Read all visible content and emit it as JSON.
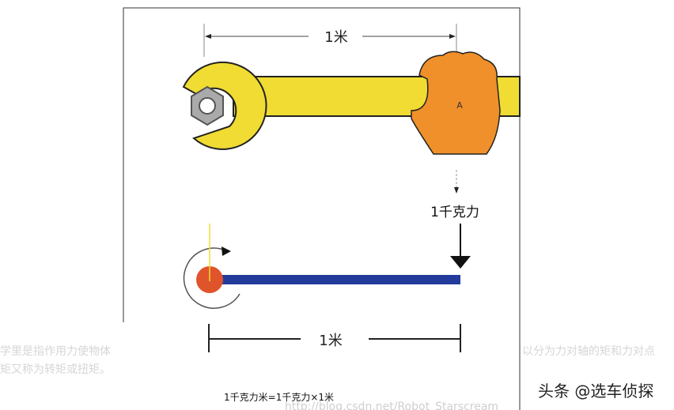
{
  "background_text": {
    "left_line1": "学里是指作用力使物体",
    "left_line2": "矩又称为转矩或扭矩。",
    "right_line1": "以分为力对轴的矩和力对点"
  },
  "diagram": {
    "top_dimension_label": "1米",
    "hand_label": "A",
    "force_label": "1千克力",
    "bottom_dimension_label": "1米",
    "formula": "1千克力米=1千克力×1米",
    "watermark": "http://blog.csdn.net/Robot_Starscream"
  },
  "credit": "头条 @选车侦探",
  "colors": {
    "wrench": "#f0dc32",
    "hand": "#f0902a",
    "lever": "#233c9c",
    "pivot": "#e0542c"
  }
}
